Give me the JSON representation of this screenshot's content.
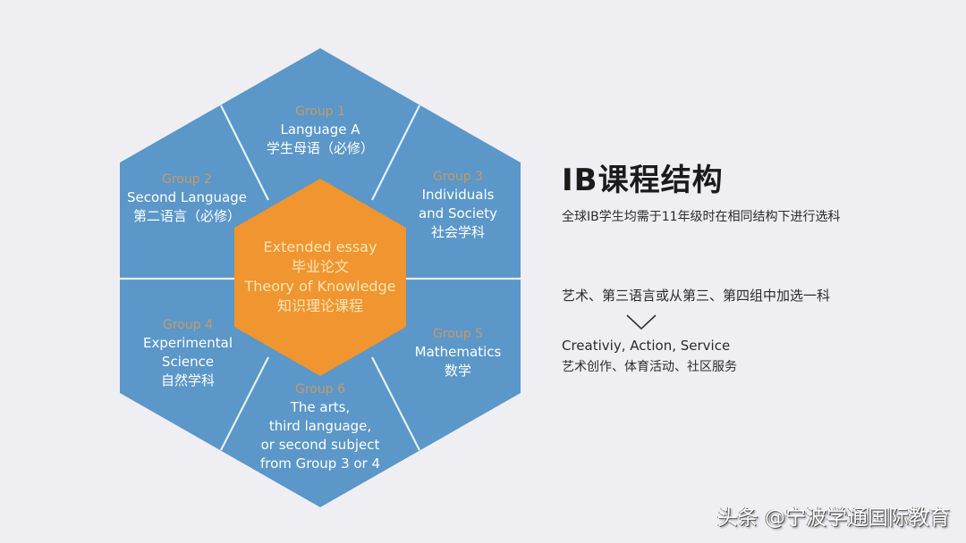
{
  "colors": {
    "background": "#efeef3",
    "outer_hexagon": "#5b97c8",
    "divider_lines": "#e6f2fb",
    "inner_hexagon": "#f0952f",
    "group_label": "#c79a6a",
    "segment_text": "#ffffff",
    "center_text": "#fde6b8",
    "title_text": "#1b1b1b"
  },
  "hexagon": {
    "segments": [
      {
        "group": "Group 1",
        "lines": [
          "Language A",
          "学生母语（必修）"
        ]
      },
      {
        "group": "Group 2",
        "lines": [
          "Second Language",
          "第二语言（必修）"
        ]
      },
      {
        "group": "Group 3",
        "lines": [
          "Individuals",
          "and Society",
          "社会学科"
        ]
      },
      {
        "group": "Group 4",
        "lines": [
          "Experimental",
          "Science",
          "自然学科"
        ]
      },
      {
        "group": "Group 5",
        "lines": [
          "Mathematics",
          "数学"
        ]
      },
      {
        "group": "Group 6",
        "lines": [
          "The arts,",
          "third language,",
          "or second subject",
          "from Group 3 or 4"
        ]
      }
    ],
    "center": {
      "lines": [
        "Extended essay",
        "毕业论文",
        "Theory of Knowledge",
        "知识理论课程"
      ]
    }
  },
  "panel": {
    "title": "IB课程结构",
    "subtitle": "全球IB学生均需于11年级时在相同结构下进行选科",
    "elective_note": "艺术、第三语言或从第三、第四组中加选一科",
    "arrow_icon": "chevron-down-icon",
    "cas_en": "Creativiy, Action, Service",
    "cas_zh": "艺术创作、体育活动、社区服务"
  },
  "watermark": "头条 @宁波学通国际教育"
}
